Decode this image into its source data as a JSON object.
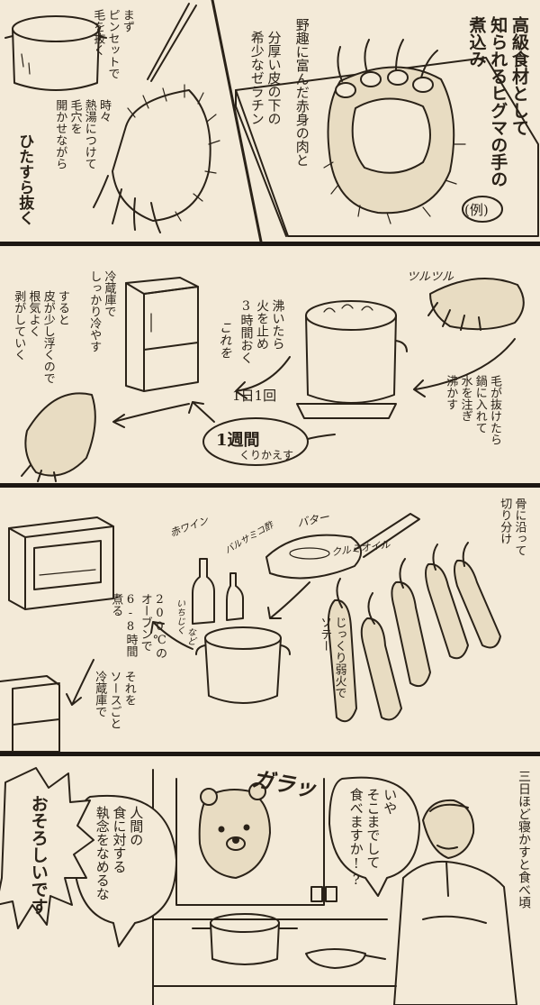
{
  "panel1": {
    "title": "高級食材として\n知られるヒグマの手の\n煮込み",
    "example_label": "(例)",
    "note_meat": "野趣に富んだ赤身の肉と",
    "note_gelatin": "分厚い皮の下の\n希少なゼラチン",
    "step_tweezers": "まず\nピンセットで\n毛を抜く",
    "step_hot_water": "時々\n熱湯につけて\n毛穴を\n開かせながら",
    "step_pluck": "ひたすら抜く"
  },
  "panel2": {
    "sfx_smooth": "ツルツル",
    "step_boil": "毛が抜けたら\n鍋に入れて\n水を注ぎ\n沸かす",
    "step_rest": "沸いたら\n火を止め\n3時間おく",
    "handwritten_this": "これを",
    "once_a_day": "1日1回",
    "repeat_week": "1週間",
    "repeat_label": "くりかえす",
    "step_fridge": "冷蔵庫で\nしっかり冷やす",
    "step_peel": "すると\n皮が少し浮くので\n根気よく\n剥がしていく"
  },
  "panel3": {
    "step_cut": "骨に沿って\n切り分け",
    "label_butter": "バター",
    "label_walnut_oil": "クルミオイル",
    "step_saute": "じっくり弱火で\nソテー",
    "label_red_wine": "赤ワイン",
    "label_balsamic": "バルサミコ酢",
    "label_fig": "いちじく",
    "label_etc": "など",
    "step_oven": "200℃の\nオーブンで\n6-8時間\n煮る",
    "step_chill": "それを\nソースごと\n冷蔵庫で"
  },
  "panel4": {
    "caption_ready": "三日ほど寝かすと食べ頃",
    "speech_really": "いや\nそこまでして\n食べますか!?",
    "sfx_bang": "ガラッ",
    "speech_human": "人間の\n食に対する\n執念をなめるな",
    "speech_scary": "おそろしいです"
  }
}
